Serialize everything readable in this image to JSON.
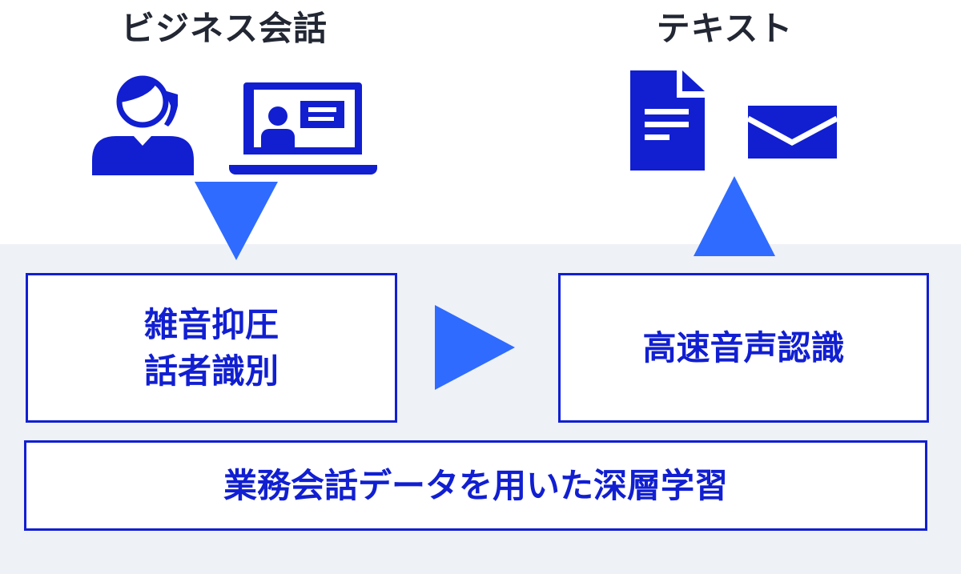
{
  "titles": {
    "business_conversation": "ビジネス会話",
    "text": "テキスト"
  },
  "boxes": {
    "preprocess": {
      "line1": "雑音抑圧",
      "line2": "話者識別"
    },
    "recognition": "高速音声認識",
    "training": "業務会話データを用いた深層学習"
  },
  "colors": {
    "icon": "#111fd1",
    "arrow": "#2f6bff",
    "band": "#eef1f6",
    "title": "#222733"
  },
  "icons": [
    "operator-headset-icon",
    "laptop-video-call-icon",
    "document-icon",
    "envelope-icon"
  ]
}
